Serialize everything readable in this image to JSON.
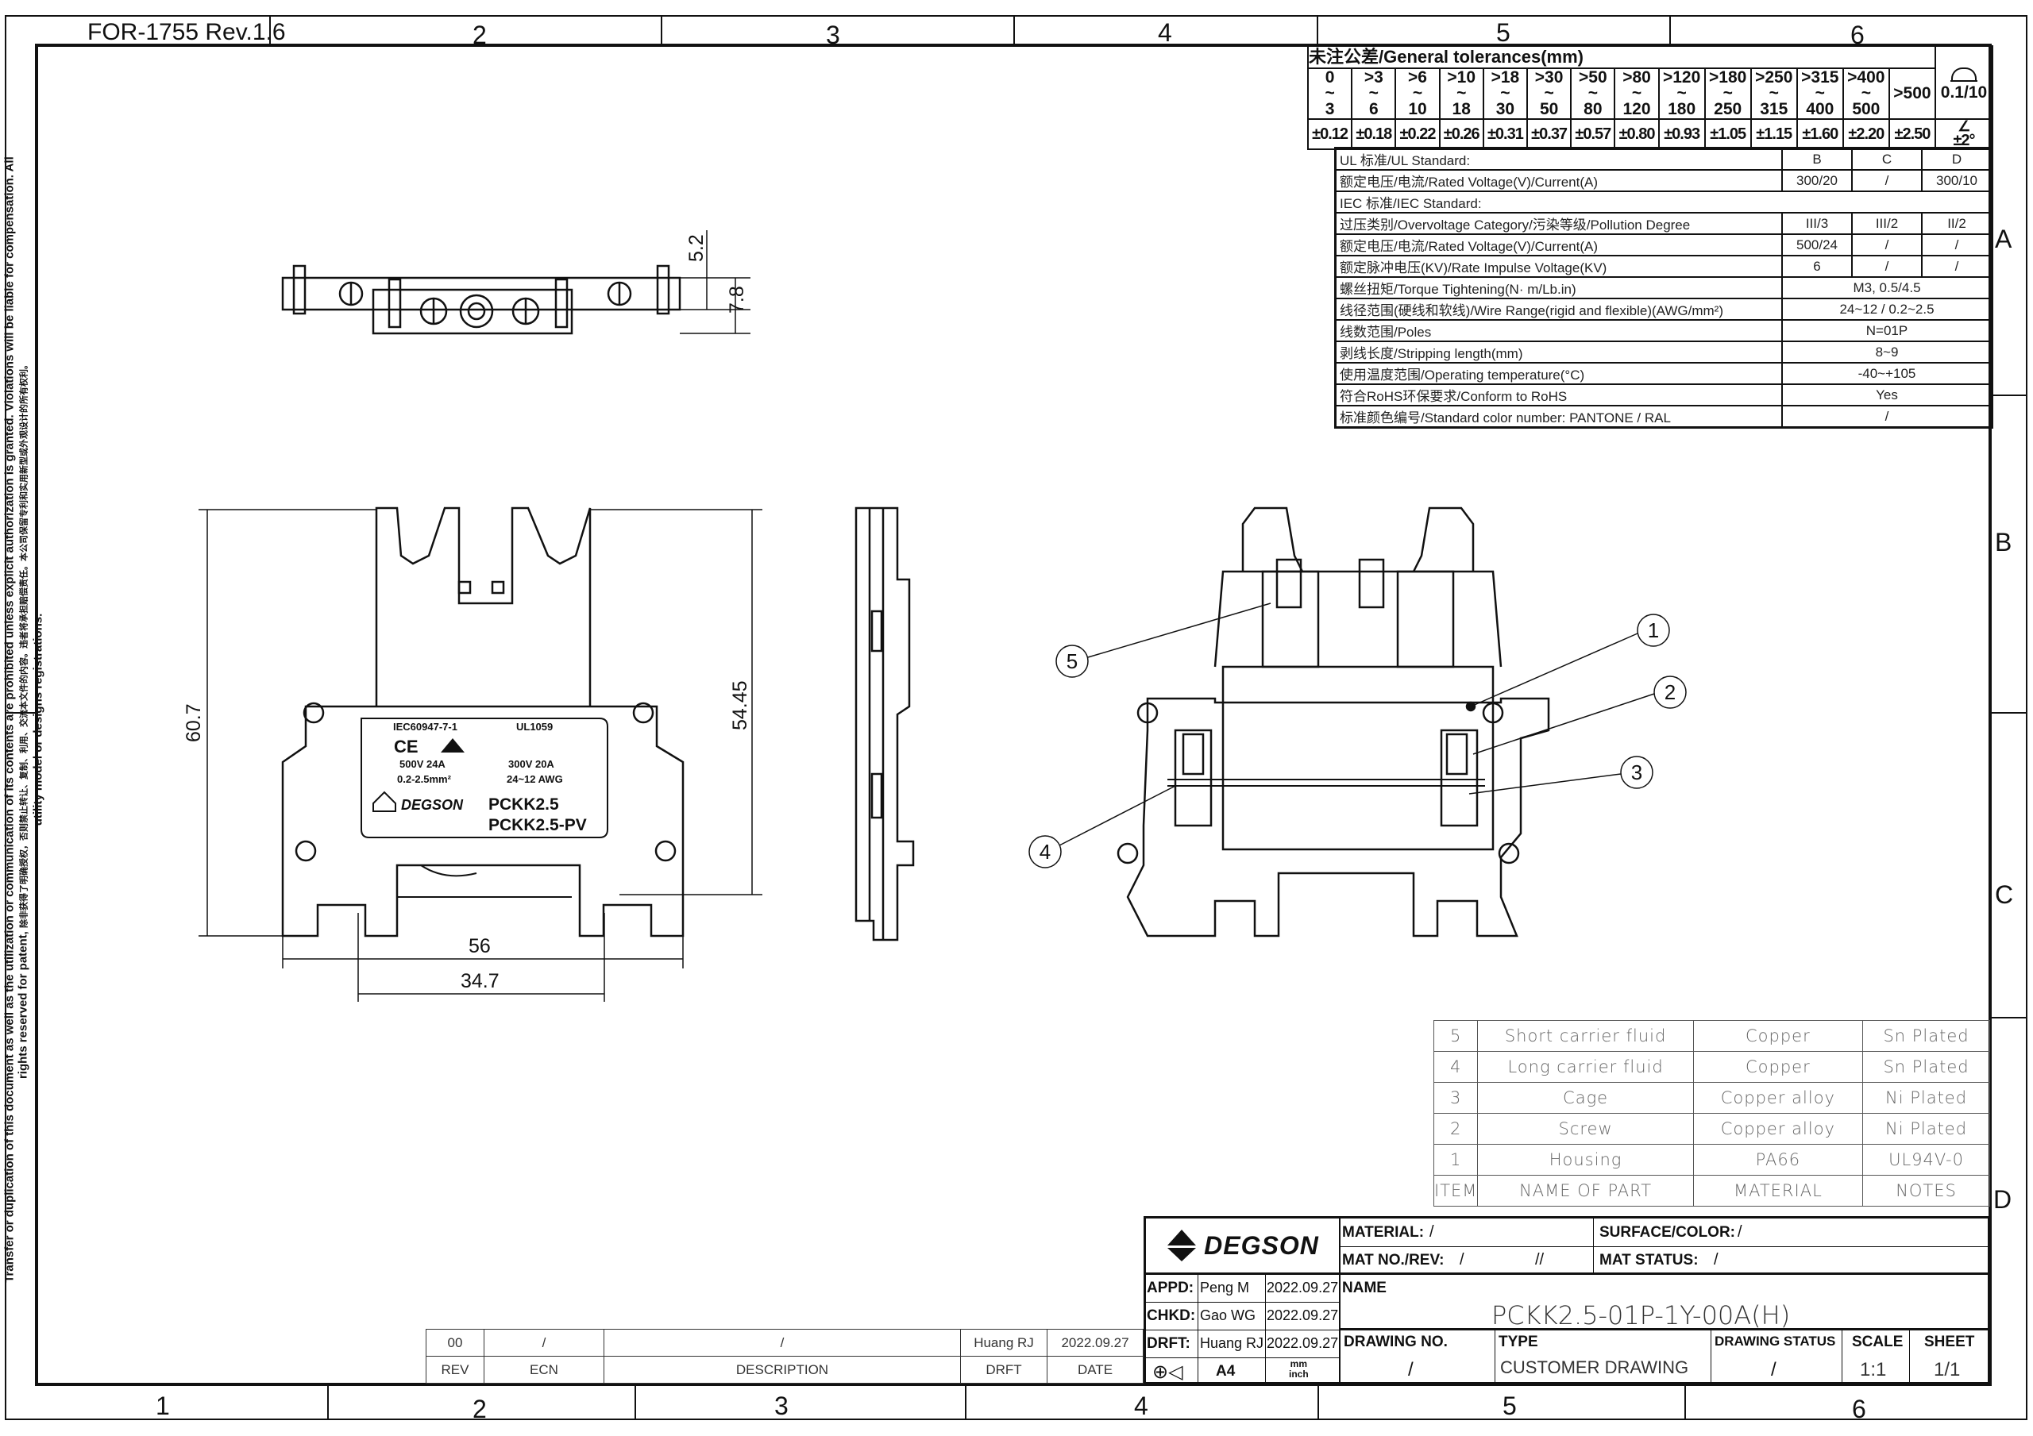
{
  "form_id": "FOR-1755 Rev.1.6",
  "zones": {
    "columns": [
      "1",
      "2",
      "3",
      "4",
      "5",
      "6"
    ],
    "top_columns": [
      "2",
      "3",
      "4",
      "5",
      "6"
    ],
    "rows": [
      "A",
      "B",
      "C",
      "D"
    ]
  },
  "legal_notice": {
    "line1": "Transfer or duplication of this document as well as the utilization or communication of its contents are prohibited unless explicit authorization is granted. Violations will be liable for compensation. All rights reserved for patent,",
    "line2": "utility model or designs registrations.",
    "line3": "除非获得了明确授权，否则禁止转让、复制、利用、交流本文件的内容。违者将承担赔偿责任。本公司保留专利和实用新型或外观设计的所有权利。"
  },
  "tolerances": {
    "title": "未注公差/General tolerances(mm)",
    "ranges": [
      "0\n~\n3",
      ">3\n~\n6",
      ">6\n~\n10",
      ">10\n~\n18",
      ">18\n~\n30",
      ">30\n~\n50",
      ">50\n~\n80",
      ">80\n~\n120",
      ">120\n~\n180",
      ">180\n~\n250",
      ">250\n~\n315",
      ">315\n~\n400",
      ">400\n~\n500",
      ">500"
    ],
    "values": [
      "±0.12",
      "±0.18",
      "±0.22",
      "±0.26",
      "±0.31",
      "±0.37",
      "±0.57",
      "±0.80",
      "±0.93",
      "±1.05",
      "±1.15",
      "±1.60",
      "±2.20",
      "±2.50"
    ],
    "flatness": "0.1/10",
    "angle": "±2°"
  },
  "specs": [
    {
      "label": "UL 标准/UL Standard:",
      "values": [
        "B",
        "C",
        "D"
      ]
    },
    {
      "label": "额定电压/电流/Rated Voltage(V)/Current(A)",
      "values": [
        "300/20",
        "/",
        "300/10"
      ]
    },
    {
      "label": "IEC 标准/IEC Standard:",
      "values": []
    },
    {
      "label": "过压类别/Overvoltage Category/污染等级/Pollution Degree",
      "values": [
        "III/3",
        "III/2",
        "II/2"
      ]
    },
    {
      "label": "额定电压/电流/Rated Voltage(V)/Current(A)",
      "values": [
        "500/24",
        "/",
        "/"
      ]
    },
    {
      "label": "额定脉冲电压(KV)/Rate Impulse Voltage(KV)",
      "values": [
        "6",
        "/",
        "/"
      ]
    },
    {
      "label": "螺丝扭矩/Torque Tightening(N· m/Lb.in)",
      "merged": "M3, 0.5/4.5"
    },
    {
      "label": "线径范围(硬线和软线)/Wire Range(rigid and flexible)(AWG/mm²)",
      "merged": "24~12 / 0.2~2.5"
    },
    {
      "label": "线数范围/Poles",
      "merged": "N=01P"
    },
    {
      "label": "剥线长度/Stripping length(mm)",
      "merged": "8~9"
    },
    {
      "label": "使用温度范围/Operating temperature(°C)",
      "merged": "-40~+105"
    },
    {
      "label": "符合RoHS环保要求/Conform to RoHS",
      "merged": "Yes"
    },
    {
      "label": "标准颜色编号/Standard color number: PANTONE / RAL",
      "merged": "/"
    }
  ],
  "dimensions": {
    "top_h1": "5.2",
    "top_h2": "7.8",
    "height": "60.7",
    "inner_height": "54.45",
    "width": "56",
    "rail_width": "34.7"
  },
  "label_plate": {
    "iec": "IEC60947-7-1",
    "ul": "UL1059",
    "ce": "CE",
    "iec_rating": "500V  24A",
    "iec_wire": "0.2-2.5mm²",
    "ul_rating": "300V  20A",
    "ul_wire": "24~12 AWG",
    "brand": "DEGSON",
    "model1": "PCKK2.5",
    "model2": "PCKK2.5-PV"
  },
  "balloons": [
    "1",
    "2",
    "3",
    "4",
    "5"
  ],
  "parts": {
    "rows": [
      [
        "5",
        "Short carrier fluid",
        "Copper",
        "Sn Plated"
      ],
      [
        "4",
        "Long carrier fluid",
        "Copper",
        "Sn Plated"
      ],
      [
        "3",
        "Cage",
        "Copper alloy",
        "Ni Plated"
      ],
      [
        "2",
        "Screw",
        "Copper alloy",
        "Ni Plated"
      ],
      [
        "1",
        "Housing",
        "PA66",
        "UL94V-0"
      ]
    ],
    "headers": [
      "ITEM",
      "NAME OF PART",
      "MATERIAL",
      "NOTES"
    ]
  },
  "revision": {
    "row": [
      "00",
      "/",
      "/",
      "Huang RJ",
      "2022.09.27"
    ],
    "headers": [
      "REV",
      "ECN",
      "DESCRIPTION",
      "DRFT",
      "DATE"
    ]
  },
  "title_block": {
    "logo": "DEGSON",
    "material_label": "MATERIAL:",
    "material": "/",
    "surface_label": "SURFACE/COLOR:",
    "surface": "/",
    "matno_label": "MAT NO./REV:",
    "matno": "/",
    "rev": "//",
    "matstatus_label": "MAT STATUS:",
    "matstatus": "/",
    "appd_label": "APPD:",
    "appd": "Peng M",
    "appd_date": "2022.09.27",
    "chkd_label": "CHKD:",
    "chkd": "Gao WG",
    "chkd_date": "2022.09.27",
    "drft_label": "DRFT:",
    "drft": "Huang RJ",
    "drft_date": "2022.09.27",
    "paper": "A4",
    "units": "mm\ninch",
    "name_label": "NAME",
    "name": "PCKK2.5-01P-1Y-00A(H)",
    "drawing_no_label": "DRAWING NO.",
    "drawing_no": "/",
    "type_label": "TYPE",
    "type": "CUSTOMER DRAWING",
    "status_label": "DRAWING STATUS",
    "status": "/",
    "scale_label": "SCALE",
    "scale": "1:1",
    "sheet_label": "SHEET",
    "sheet": "1/1"
  }
}
